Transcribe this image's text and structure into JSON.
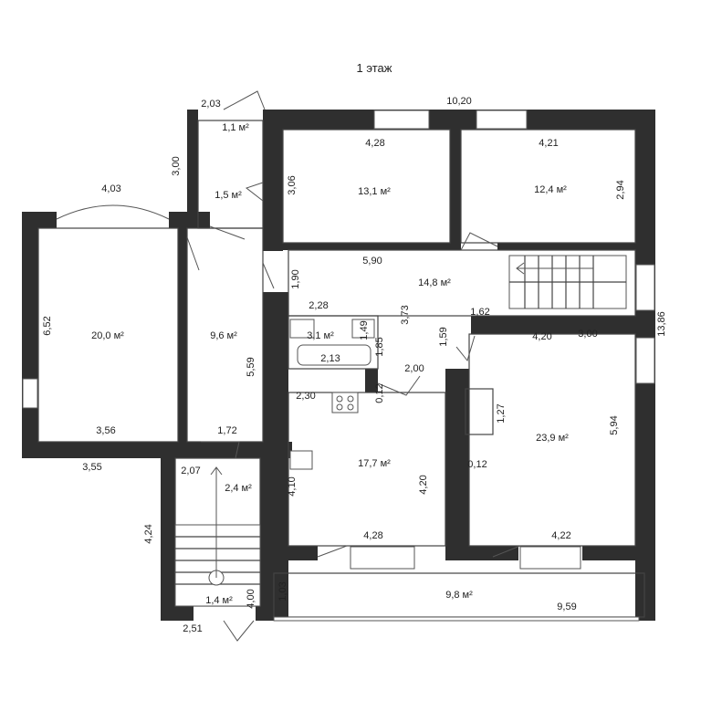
{
  "title": "1 этаж",
  "rooms": [
    {
      "key": "r1",
      "area": "1,1 м²"
    },
    {
      "key": "r2",
      "area": "1,5 м²"
    },
    {
      "key": "r3",
      "area": "13,1 м²"
    },
    {
      "key": "r4",
      "area": "12,4 м²"
    },
    {
      "key": "r5",
      "area": "20,0 м²"
    },
    {
      "key": "r6",
      "area": "9,6 м²"
    },
    {
      "key": "r7",
      "area": "14,8 м²"
    },
    {
      "key": "r8",
      "area": "3,1 м²"
    },
    {
      "key": "r9",
      "area": "17,7 м²"
    },
    {
      "key": "r10",
      "area": "23,9 м²"
    },
    {
      "key": "r11",
      "area": "2,4 м²"
    },
    {
      "key": "r12",
      "area": "1,4 м²"
    },
    {
      "key": "r13",
      "area": "9,8 м²"
    }
  ],
  "dims": {
    "d_203": "2,03",
    "d_1020": "10,20",
    "d_300": "3,00",
    "d_428a": "4,28",
    "d_421": "4,21",
    "d_306": "3,06",
    "d_294": "2,94",
    "d_403": "4,03",
    "d_590": "5,90",
    "d_190": "1,90",
    "d_652": "6,52",
    "d_228": "2,28",
    "d_373": "3,73",
    "d_162": "1,62",
    "d_1386": "13,86",
    "d_149": "1,49",
    "d_185": "1,85",
    "d_159": "1,59",
    "d_420a": "4,20",
    "d_300b": "3,00",
    "d_559": "5,59",
    "d_213": "2,13",
    "d_200": "2,00",
    "d_012a": "0,12",
    "d_230": "2,30",
    "d_127": "1,27",
    "d_356": "3,56",
    "d_172": "1,72",
    "d_594": "5,94",
    "d_355": "3,55",
    "d_207": "2,07",
    "d_012b": "0,12",
    "d_410": "4,10",
    "d_420b": "4,20",
    "d_424": "4,24",
    "d_428b": "4,28",
    "d_422": "4,22",
    "d_103": "1,03",
    "d_400": "4,00",
    "d_959": "9,59",
    "d_251": "2,51"
  }
}
